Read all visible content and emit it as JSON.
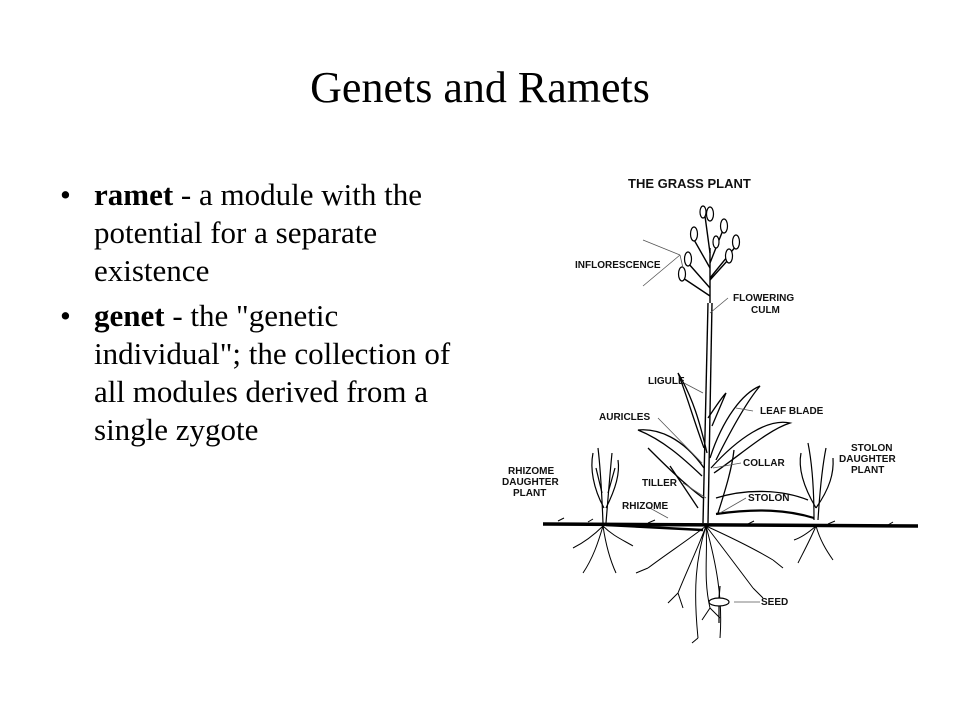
{
  "slide": {
    "title": "Genets and Ramets",
    "bullets": [
      {
        "term": "ramet",
        "text": " - a module with the potential for a separate existence"
      },
      {
        "term": "genet",
        "text": " - the \"genetic individual\"; the collection of all modules derived from a single zygote"
      }
    ]
  },
  "figure": {
    "title": "THE GRASS PLANT",
    "labels": {
      "inflorescence": "INFLORESCENCE",
      "flowering": "FLOWERING",
      "culm": "CULM",
      "ligule": "LIGULE",
      "auricles": "AURICLES",
      "leaf_blade": "LEAF BLADE",
      "collar": "COLLAR",
      "rhizome_daughter_1": "RHIZOME",
      "rhizome_daughter_2": "DAUGHTER",
      "rhizome_daughter_3": "PLANT",
      "tiller": "TILLER",
      "rhizome": "RHIZOME",
      "stolon": "STOLON",
      "stolon_daughter_1": "STOLON",
      "stolon_daughter_2": "DAUGHTER",
      "stolon_daughter_3": "PLANT",
      "seed": "SEED"
    }
  }
}
